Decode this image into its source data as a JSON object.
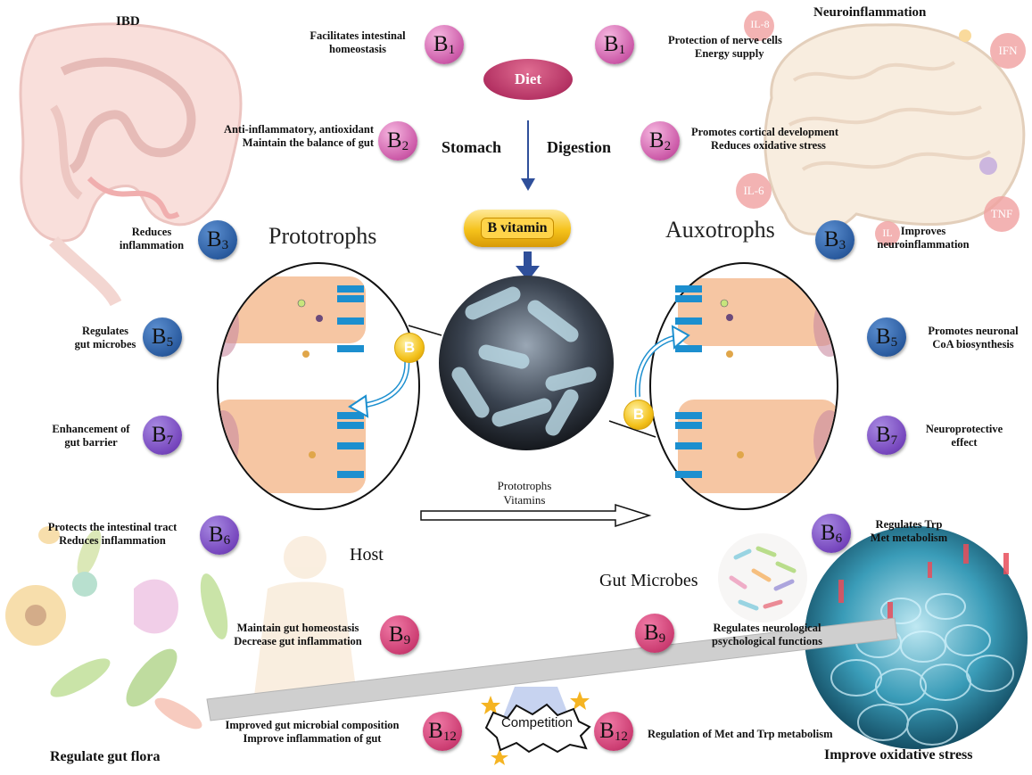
{
  "headings": {
    "ibd": "IBD",
    "neuro": "Neuroinflammation",
    "prototrophs": "Prototrophs",
    "auxotrophs": "Auxotrophs",
    "host": "Host",
    "gut_microbes": "Gut Microbes",
    "regulate_flora": "Regulate gut flora",
    "oxidative": "Improve oxidative stress",
    "stomach": "Stomach",
    "digestion": "Digestion",
    "diet": "Diet",
    "b_vitamin": "B vitamin",
    "coin_letter": "B",
    "competition": "Competition",
    "arrow_label_1": "Prototrophs",
    "arrow_label_2": "Vitamins"
  },
  "cytokines": [
    "IL-8",
    "IFN",
    "IL-6",
    "TNF",
    "IL"
  ],
  "left_badges": [
    {
      "letter": "B",
      "sub": "1",
      "color": "pink"
    },
    {
      "letter": "B",
      "sub": "2",
      "color": "pink"
    },
    {
      "letter": "B",
      "sub": "3",
      "color": "blue"
    },
    {
      "letter": "B",
      "sub": "5",
      "color": "blue"
    },
    {
      "letter": "B",
      "sub": "7",
      "color": "purple"
    },
    {
      "letter": "B",
      "sub": "6",
      "color": "purple"
    },
    {
      "letter": "B",
      "sub": "9",
      "color": "red"
    },
    {
      "letter": "B",
      "sub": "12",
      "color": "red"
    }
  ],
  "right_badges": [
    {
      "letter": "B",
      "sub": "1",
      "color": "pink"
    },
    {
      "letter": "B",
      "sub": "2",
      "color": "pink"
    },
    {
      "letter": "B",
      "sub": "3",
      "color": "blue"
    },
    {
      "letter": "B",
      "sub": "5",
      "color": "blue"
    },
    {
      "letter": "B",
      "sub": "7",
      "color": "purple"
    },
    {
      "letter": "B",
      "sub": "6",
      "color": "purple"
    },
    {
      "letter": "B",
      "sub": "9",
      "color": "red"
    },
    {
      "letter": "B",
      "sub": "12",
      "color": "red"
    }
  ],
  "left_notes": {
    "b1": [
      "Facilitates intestinal",
      "homeostasis"
    ],
    "b2": [
      "Anti-inflammatory, antioxidant",
      "Maintain the balance of gut"
    ],
    "b3": [
      "Reduces",
      "inflammation"
    ],
    "b5": [
      "Regulates",
      "gut microbes"
    ],
    "b7": [
      "Enhancement of",
      "gut barrier"
    ],
    "b6": [
      "Protects the intestinal tract",
      "Reduces inflammation"
    ],
    "b9": [
      "Maintain gut homeostasis",
      "Decrease gut inflammation"
    ],
    "b12": [
      "Improved gut microbial composition",
      "Improve inflammation of gut"
    ]
  },
  "right_notes": {
    "b1": [
      "Protection of nerve cells",
      "Energy supply"
    ],
    "b2": [
      "Promotes cortical development",
      "Reduces oxidative stress"
    ],
    "b3": [
      "Improves",
      "neuroinflammation"
    ],
    "b5": [
      "Promotes neuronal",
      "CoA biosynthesis"
    ],
    "b7": [
      "Neuroprotective",
      "effect"
    ],
    "b6": [
      "Regulates Trp",
      "Met metabolism"
    ],
    "b9": [
      "Regulates neurological",
      "psychological functions"
    ],
    "b12": [
      "Regulation of Met and Trp metabolism"
    ]
  },
  "colors": {
    "pink": "#cc5aa8",
    "blue": "#2a5b9f",
    "purple": "#7646bd",
    "red": "#cc3d72",
    "arrow": "#2f4f9a",
    "cell": "#f6c6a3",
    "receptor": "#1c8fcf"
  }
}
